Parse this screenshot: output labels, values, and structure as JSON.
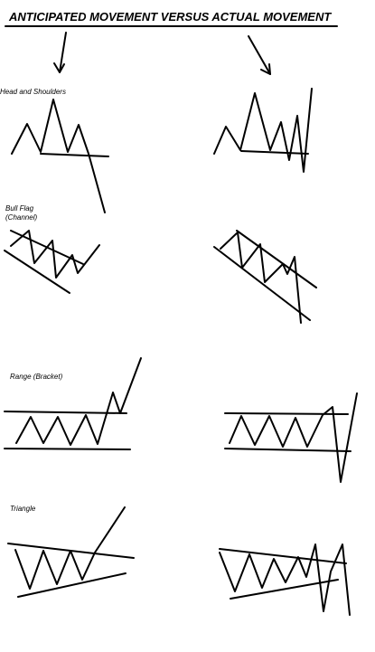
{
  "title": "ANTICIPATED MOVEMENT VERSUS ACTUAL MOVEMENT",
  "patterns": [
    {
      "label_lines": [
        "Head and Shoulders"
      ]
    },
    {
      "label_lines": [
        "Bull Flag",
        "(Channel)"
      ]
    },
    {
      "label_lines": [
        "Range (Bracket)"
      ]
    },
    {
      "label_lines": [
        "Triangle"
      ]
    }
  ],
  "colors": {
    "line": "#000000",
    "background": "#ffffff"
  }
}
